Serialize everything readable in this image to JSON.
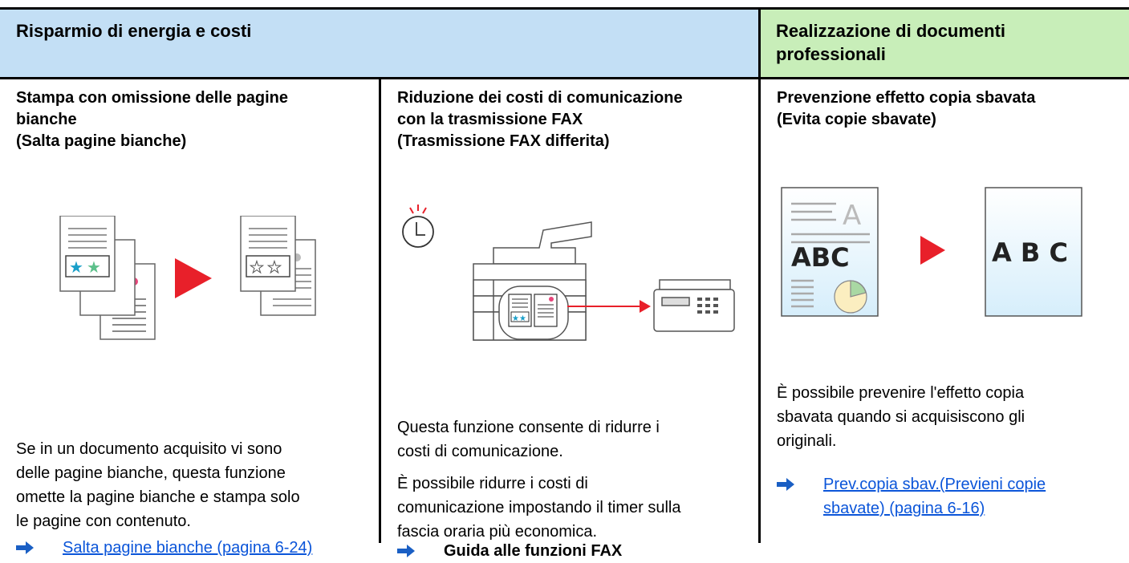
{
  "headers": {
    "left": "Risparmio di energia e costi",
    "right_line1": "Realizzazione di documenti",
    "right_line2": "professionali"
  },
  "col1": {
    "title": [
      "Stampa con omissione delle pagine",
      "bianche",
      "(Salta pagine bianche)"
    ],
    "body": [
      "Se in un documento acquisito vi sono",
      "delle pagine bianche, questa funzione",
      "omette la pagine bianche e stampa solo",
      "le pagine con contenuto."
    ],
    "link": "Salta pagine bianche (pagina 6-24)"
  },
  "col2": {
    "title": [
      "Riduzione dei costi di comunicazione",
      "con la trasmissione FAX",
      "(Trasmissione FAX differita)"
    ],
    "body1": [
      "Questa funzione consente di ridurre i",
      "costi di comunicazione."
    ],
    "body2": [
      "È possibile ridurre i costi di",
      "comunicazione impostando il timer sulla",
      "fascia oraria più economica."
    ],
    "link": "Guida alle funzioni FAX"
  },
  "col3": {
    "title": [
      "Prevenzione effetto copia sbavata",
      "(Evita copie sbavate)"
    ],
    "body": [
      "È possibile prevenire l'effetto copia",
      "sbavata quando si acquisiscono gli",
      "originali."
    ],
    "link_line1": "Prev.copia sbav.(Previeni copie",
    "link_line2": "sbavate) (pagina 6-16)",
    "illus_text_a": "A",
    "illus_text_abc": "ABC",
    "illus_text_abc2": "A B C"
  },
  "colors": {
    "header_blue": "#c3dff5",
    "header_green": "#c8eeb9",
    "arrow_red": "#e8202a",
    "link_blue": "#0b55d9"
  }
}
